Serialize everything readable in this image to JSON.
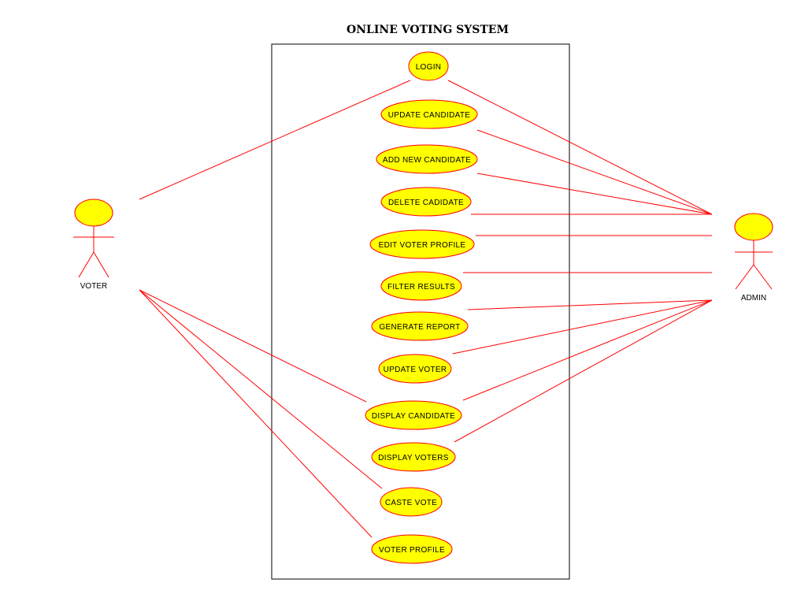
{
  "diagram": {
    "title": "ONLINE VOTING SYSTEM",
    "colors": {
      "usecase_fill": "#ffff00",
      "line": "#ff0000",
      "boundary": "#000000"
    },
    "actors": [
      {
        "id": "voter",
        "label": "VOTER"
      },
      {
        "id": "admin",
        "label": "ADMIN"
      }
    ],
    "use_cases": [
      {
        "id": "login",
        "label": "LOGIN"
      },
      {
        "id": "update_candidate",
        "label": "UPDATE CANDIDATE"
      },
      {
        "id": "add_new_candidate",
        "label": "ADD NEW CANDIDATE"
      },
      {
        "id": "delete_cadidate",
        "label": "DELETE CADIDATE"
      },
      {
        "id": "edit_voter_profile",
        "label": "EDIT VOTER PROFILE"
      },
      {
        "id": "filter_results",
        "label": "FILTER RESULTS"
      },
      {
        "id": "generate_report",
        "label": "GENERATE REPORT"
      },
      {
        "id": "update_voter",
        "label": "UPDATE VOTER"
      },
      {
        "id": "display_candidate",
        "label": "DISPLAY CANDIDATE"
      },
      {
        "id": "display_voters",
        "label": "DISPLAY VOTERS"
      },
      {
        "id": "caste_vote",
        "label": "CASTE VOTE"
      },
      {
        "id": "voter_profile",
        "label": "VOTER PROFILE"
      }
    ],
    "associations": [
      {
        "actor": "voter",
        "use_case": "login"
      },
      {
        "actor": "voter",
        "use_case": "display_candidate"
      },
      {
        "actor": "voter",
        "use_case": "caste_vote"
      },
      {
        "actor": "voter",
        "use_case": "voter_profile"
      },
      {
        "actor": "admin",
        "use_case": "login"
      },
      {
        "actor": "admin",
        "use_case": "update_candidate"
      },
      {
        "actor": "admin",
        "use_case": "add_new_candidate"
      },
      {
        "actor": "admin",
        "use_case": "delete_cadidate"
      },
      {
        "actor": "admin",
        "use_case": "edit_voter_profile"
      },
      {
        "actor": "admin",
        "use_case": "filter_results"
      },
      {
        "actor": "admin",
        "use_case": "generate_report"
      },
      {
        "actor": "admin",
        "use_case": "update_voter"
      },
      {
        "actor": "admin",
        "use_case": "display_candidate"
      },
      {
        "actor": "admin",
        "use_case": "display_voters"
      }
    ]
  }
}
